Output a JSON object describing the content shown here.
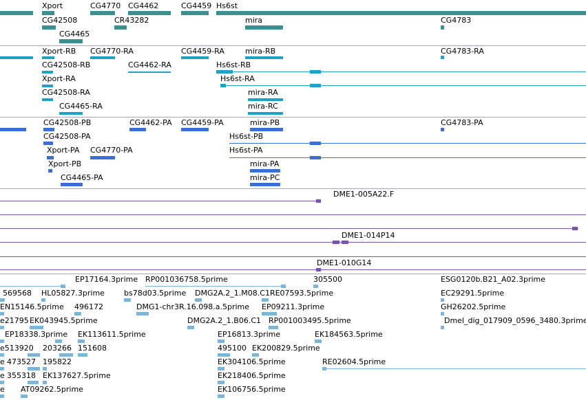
{
  "colors": {
    "gene": "#3a8f8f",
    "transcript": "#1ea2c6",
    "protein": "#3a6fd8",
    "clone": "#7a52b0",
    "est": "#79b6dc",
    "divider": "#a9a9b3"
  },
  "tracks": {
    "genes": {
      "labels": [
        "Xport",
        "CG4770",
        "CG4462",
        "CG4459",
        "Hs6st",
        "CG42508",
        "CR43282",
        "mira",
        "CG4783",
        "CG4465"
      ]
    },
    "transcripts": {
      "labels": [
        "Xport-RB",
        "CG4770-RA",
        "CG4459-RA",
        "mira-RB",
        "CG4783-RA",
        "CG42508-RB",
        "CG4462-RA",
        "Hs6st-RB",
        "Xport-RA",
        "Hs6st-RA",
        "CG42508-RA",
        "mira-RA",
        "CG4465-RA",
        "mira-RC"
      ]
    },
    "proteins": {
      "labels": [
        "CG42508-PB",
        "CG4462-PA",
        "CG4459-PA",
        "mira-PB",
        "CG4783-PA",
        "CG42508-PA",
        "Hs6st-PB",
        "Xport-PA",
        "CG4770-PA",
        "Hs6st-PA",
        "Xport-PB",
        "mira-PA",
        "CG4465-PA",
        "mira-PC"
      ]
    },
    "clones": {
      "labels": [
        "DME1-005A22.F",
        "DME1-014P14",
        "DME1-010G14"
      ]
    },
    "ests": {
      "labels": [
        "EP17164.3prime",
        "RP001036758.5prime",
        "305500",
        "ESG0120b.B21_A02.3prime",
        "569568",
        "HL05827.3prime",
        "bs78d03.5prime",
        "DMG2A.2_1.M08.C1RE07593.5prime",
        "EC29291.5prime",
        "EN15146.5prime",
        "496172",
        "DMG1-chr3R.16.098.a.5prime",
        "EP09211.3prime",
        "GH26202.5prime",
        "e21795",
        "EK043945.5prime",
        "DMG2A.2_1.B06.C1",
        "RP001003495.5prime",
        "Dmel_dig_017909_0596_3480.3prime",
        "EP18338.3prime",
        "EK113611.5prime",
        "EP16813.3prime",
        "EK184563.5prime",
        "e513920",
        "203266",
        "151608",
        "495100",
        "EK200829.5prime",
        "e",
        "473527",
        "195822",
        "EK304106.5prime",
        "RE02604.5prime",
        "e",
        "355318",
        "EK137627.5prime",
        "EK218406.5prime",
        "e",
        "AT09262.5prime",
        "EK106756.5prime"
      ]
    }
  }
}
